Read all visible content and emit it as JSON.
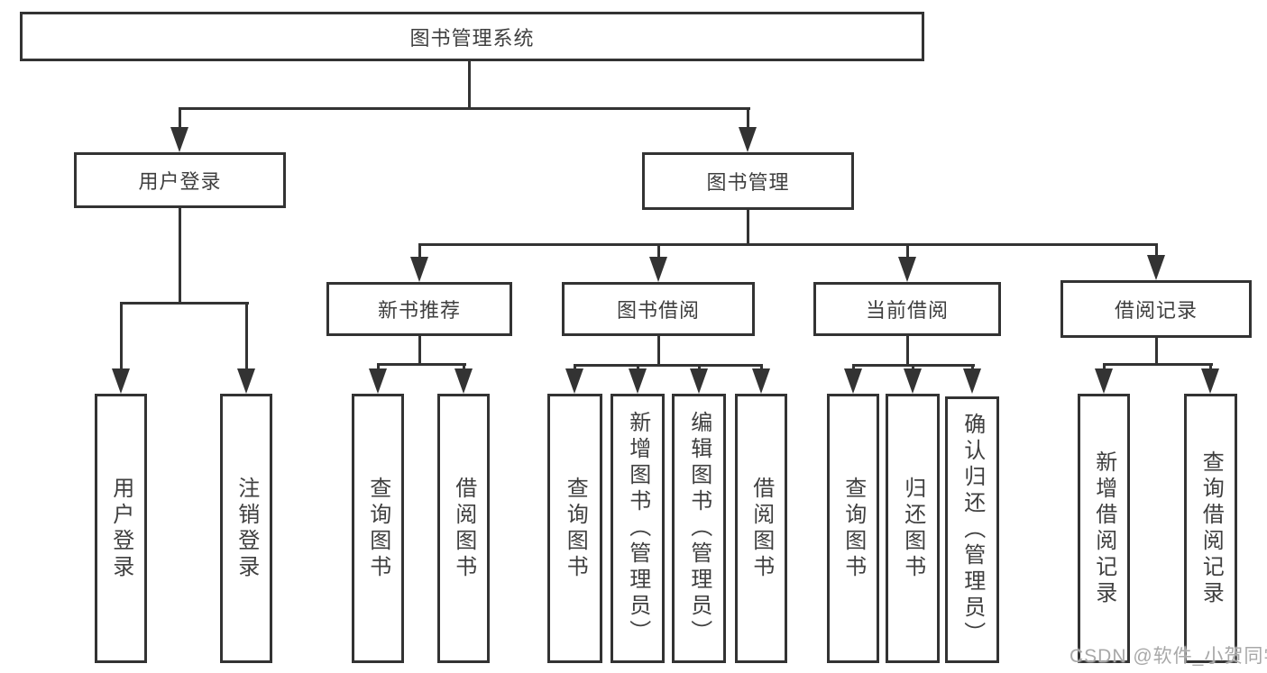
{
  "diagram_type": "hierarchy-tree",
  "colors": {
    "line": "#333333",
    "box_border": "#333333",
    "text": "#3f3f3f",
    "background": "#ffffff",
    "watermark": "#a8a8a8"
  },
  "tree": {
    "label": "图书管理系统",
    "children": [
      {
        "label": "用户登录",
        "children": [
          {
            "label": "用户登录"
          },
          {
            "label": "注销登录"
          }
        ]
      },
      {
        "label": "图书管理",
        "children": [
          {
            "label": "新书推荐",
            "children": [
              {
                "label": "查询图书"
              },
              {
                "label": "借阅图书"
              }
            ]
          },
          {
            "label": "图书借阅",
            "children": [
              {
                "label": "查询图书"
              },
              {
                "label": "新增图书（管理员）"
              },
              {
                "label": "编辑图书（管理员）"
              },
              {
                "label": "借阅图书"
              }
            ]
          },
          {
            "label": "当前借阅",
            "children": [
              {
                "label": "查询图书"
              },
              {
                "label": "归还图书"
              },
              {
                "label": "确认归还（管理员）"
              }
            ]
          },
          {
            "label": "借阅记录",
            "children": [
              {
                "label": "新增借阅记录"
              },
              {
                "label": "查询借阅记录"
              }
            ]
          }
        ]
      }
    ]
  },
  "watermark": {
    "text": "CSDN @软件_小贺同学"
  }
}
